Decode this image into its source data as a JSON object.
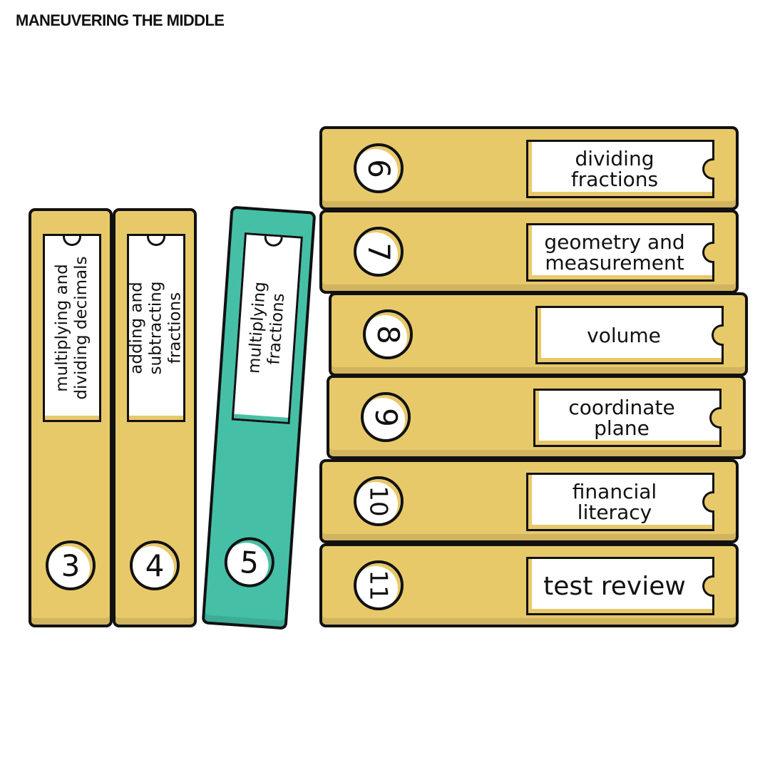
{
  "brand": "MANEUVERING THE MIDDLE",
  "colors": {
    "mustard": "#e8c96a",
    "teal": "#45c0a7",
    "outline": "#111111",
    "label": "#ffffff"
  },
  "binders_upright": [
    {
      "number": "3",
      "label": "multiplying and\ndividing decimals",
      "color": "#e8c96a"
    },
    {
      "number": "4",
      "label": "adding and\nsubtracting fractions",
      "color": "#e8c96a"
    },
    {
      "number": "5",
      "label": "multiplying\nfractions",
      "color": "#45c0a7"
    }
  ],
  "binders_stacked": [
    {
      "number": "6",
      "label": "dividing fractions"
    },
    {
      "number": "7",
      "label": "geometry and\nmeasurement"
    },
    {
      "number": "8",
      "label": "volume"
    },
    {
      "number": "9",
      "label": "coordinate\nplane"
    },
    {
      "number": "10",
      "label": "financial literacy"
    },
    {
      "number": "11",
      "label": "test review"
    }
  ]
}
